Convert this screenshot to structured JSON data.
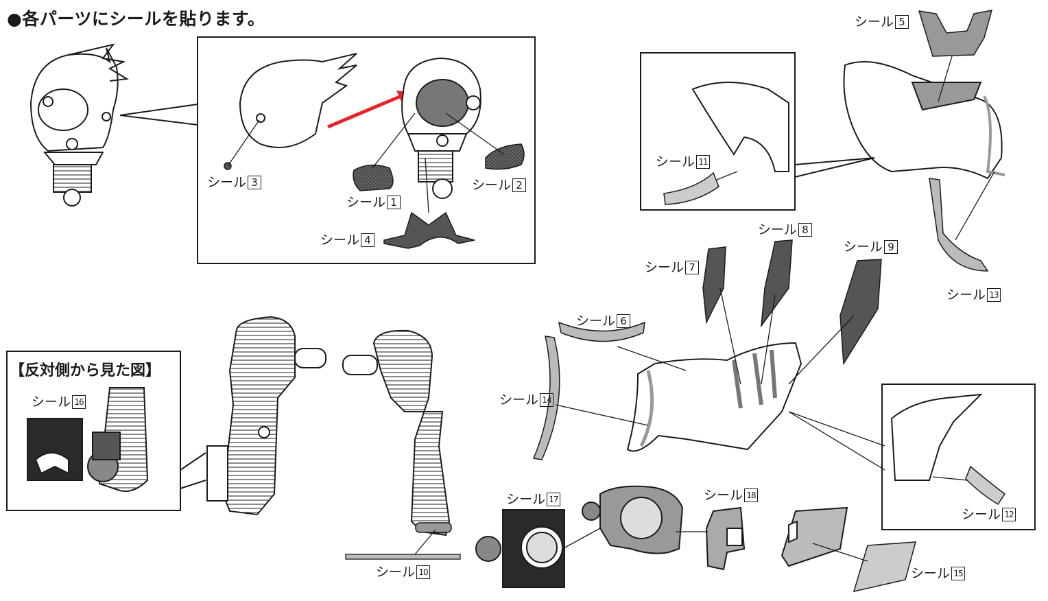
{
  "title": "●各パーツにシールを貼ります。",
  "stickers": [
    {
      "prefix": "シール",
      "num": "1"
    },
    {
      "prefix": "シール",
      "num": "2"
    },
    {
      "prefix": "シール",
      "num": "3"
    },
    {
      "prefix": "シール",
      "num": "4"
    },
    {
      "prefix": "シール",
      "num": "5"
    },
    {
      "prefix": "シール",
      "num": "6"
    },
    {
      "prefix": "シール",
      "num": "7"
    },
    {
      "prefix": "シール",
      "num": "8"
    },
    {
      "prefix": "シール",
      "num": "9"
    },
    {
      "prefix": "シール",
      "num": "10"
    },
    {
      "prefix": "シール",
      "num": "11"
    },
    {
      "prefix": "シール",
      "num": "12"
    },
    {
      "prefix": "シール",
      "num": "13"
    },
    {
      "prefix": "シール",
      "num": "14"
    },
    {
      "prefix": "シール",
      "num": "15"
    },
    {
      "prefix": "シール",
      "num": "16"
    },
    {
      "prefix": "シール",
      "num": "17"
    },
    {
      "prefix": "シール",
      "num": "18"
    }
  ],
  "reverse_view_heading": "【反対側から見た図】",
  "colors": {
    "arrow": "#e8232a",
    "sticker_dark": "#555555",
    "sticker_light": "#a8a8a8",
    "line": "#1a1a1a"
  }
}
